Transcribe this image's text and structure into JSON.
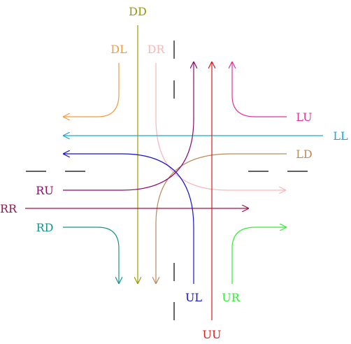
{
  "movements": [
    {
      "key": "DD",
      "label": "DD",
      "color": "#999900"
    },
    {
      "key": "DL",
      "label": "DL",
      "color": "#f39b3c"
    },
    {
      "key": "DR",
      "label": "DR",
      "color": "#f9b6b6"
    },
    {
      "key": "LU",
      "label": "LU",
      "color": "#e0319c"
    },
    {
      "key": "LL",
      "label": "LL",
      "color": "#1ba7d6"
    },
    {
      "key": "LD",
      "label": "LD",
      "color": "#bb8a5a"
    },
    {
      "key": "RU",
      "label": "RU",
      "color": "#8a0a6e"
    },
    {
      "key": "RR",
      "label": "RR",
      "color": "#a0104c"
    },
    {
      "key": "RD",
      "label": "RD",
      "color": "#16948c"
    },
    {
      "key": "UL",
      "label": "UL",
      "color": "#1414d0"
    },
    {
      "key": "UR",
      "label": "UR",
      "color": "#33ee33"
    },
    {
      "key": "UU",
      "label": "UU",
      "color": "#e01818"
    }
  ]
}
